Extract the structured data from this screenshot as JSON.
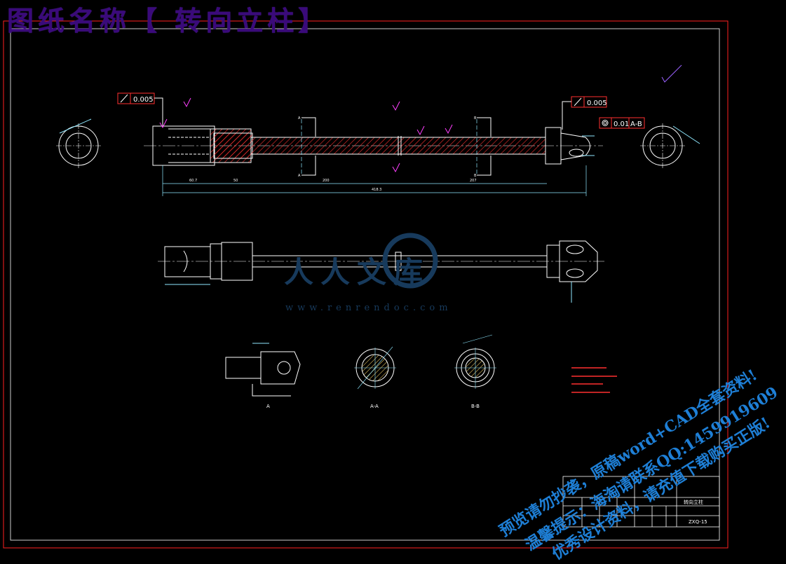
{
  "header": {
    "title": "图纸名称【 转向立柱】"
  },
  "watermark": {
    "logo_name": "人人文库",
    "logo_url": "www.renrendoc.com",
    "line1": "预览请勿抄袭，原稿word+CAD全套资料!",
    "line2": "温馨提示：海淘请联系QQ:1459919609",
    "line3": "优秀设计资料，请充值下载购买正版!"
  },
  "tolerance": {
    "runout_left": "0.005",
    "runout_right": "0.005",
    "coaxial_value": "0.01",
    "coaxial_ref": "A-B"
  },
  "section_labels": {
    "view_a": "A",
    "section_aa": "A-A",
    "section_bb": "B-B"
  },
  "cut_labels": {
    "a": "A",
    "b": "B"
  },
  "title_block": {
    "part_name": "转向立柱",
    "drawing_no": "ZXQ-15"
  },
  "colors": {
    "frame": "#ff2020",
    "lines": "#ffffff",
    "hatch": "#ff3030",
    "dim": "#8fe8ff",
    "magenta": "#ff40ff",
    "watermark": "#1e7fd6"
  }
}
